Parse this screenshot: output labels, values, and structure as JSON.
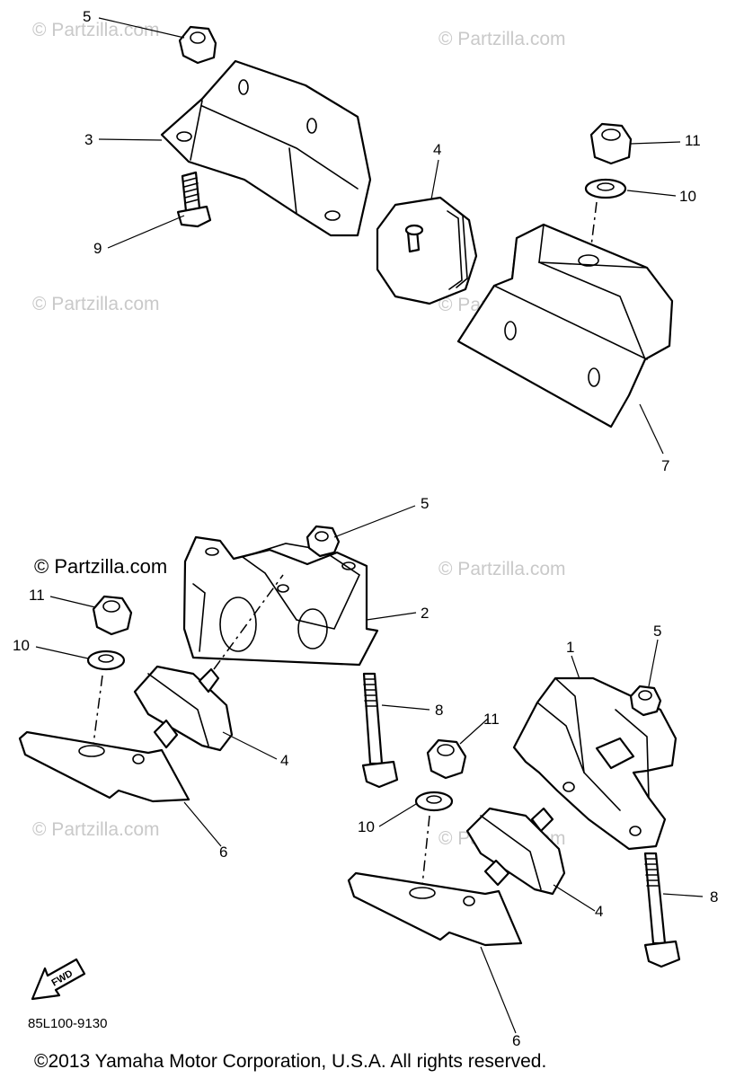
{
  "watermarks": [
    "© Partzilla.com",
    "© Partzilla.com",
    "© Partzilla.com",
    "© Partzilla.com",
    "© Partzilla.com",
    "© Partzilla.com",
    "© Partzilla.com",
    "© Partzilla.com"
  ],
  "callouts": {
    "c1": "1",
    "c2": "2",
    "c3": "3",
    "c4a": "4",
    "c4b": "4",
    "c4c": "4",
    "c5a": "5",
    "c5b": "5",
    "c5c": "5",
    "c6a": "6",
    "c6b": "6",
    "c7": "7",
    "c8a": "8",
    "c8b": "8",
    "c9": "9",
    "c10a": "10",
    "c10b": "10",
    "c10c": "10",
    "c11a": "11",
    "c11b": "11",
    "c11c": "11"
  },
  "fwd_label": "FWD",
  "diagram_code": "85L100-9130",
  "copyright": "©2013 Yamaha Motor Corporation, U.S.A. All rights reserved."
}
